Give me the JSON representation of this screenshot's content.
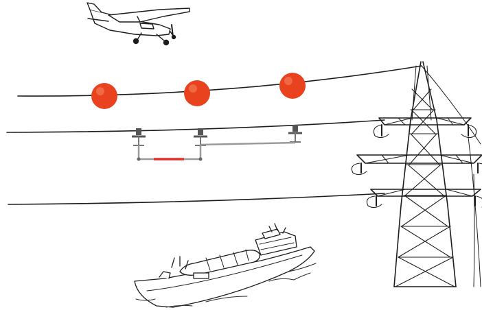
{
  "scene": {
    "background": "#ffffff",
    "line_color": "#1c1c1c",
    "marker_ball_color": "#e8421f",
    "marker_ball_highlight": "#f47a55",
    "spacer_bar_color": "#9a9a9a",
    "spacer_accent_color": "#e0302a",
    "insulator_color": "#555555"
  },
  "elements": {
    "airplane": "airplane-icon",
    "marker_balls": [
      "marker-ball",
      "marker-ball",
      "marker-ball"
    ],
    "spacer": "spacer-assembly",
    "tower": "transmission-tower",
    "ship": "cargo-ship"
  }
}
